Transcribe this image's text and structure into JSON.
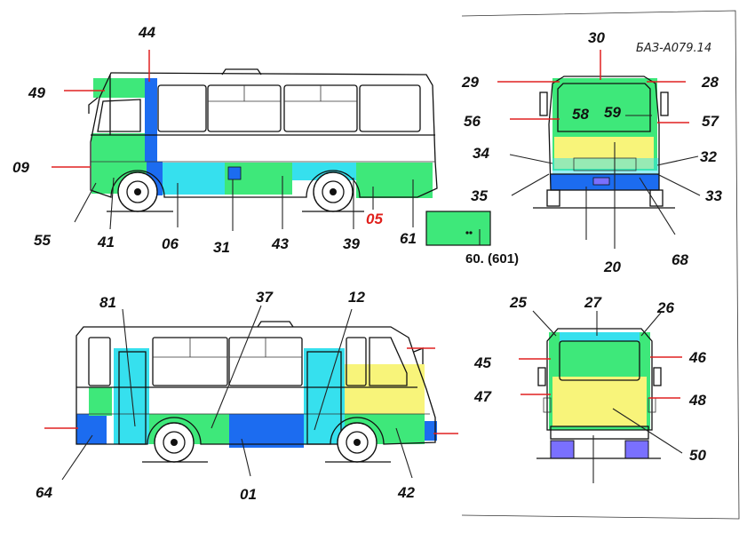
{
  "title": "БАЗ-А079.14",
  "labels": {
    "l44": "44",
    "l49": "49",
    "l09": "09",
    "l55": "55",
    "l41": "41",
    "l06": "06",
    "l31": "31",
    "l43": "43",
    "l39": "39",
    "l05": "05",
    "l61": "61",
    "l60": "60. (601)",
    "l30": "30",
    "l29": "29",
    "l28": "28",
    "l56": "56",
    "l58": "58",
    "l59": "59",
    "l57": "57",
    "l34": "34",
    "l32": "32",
    "l35": "35",
    "l33": "33",
    "l20": "20",
    "l68": "68",
    "l81": "81",
    "l37": "37",
    "l12": "12",
    "l64": "64",
    "l01": "01",
    "l42": "42",
    "l25": "25",
    "l27": "27",
    "l26": "26",
    "l45": "45",
    "l46": "46",
    "l47": "47",
    "l48": "48",
    "l50": "50"
  },
  "colors": {
    "green": "#3ee87a",
    "cyan": "#36e0ee",
    "blue": "#1c6cf0",
    "yellow": "#f8f47a",
    "purple": "#7a70ff",
    "red_leader": "#e02020"
  }
}
